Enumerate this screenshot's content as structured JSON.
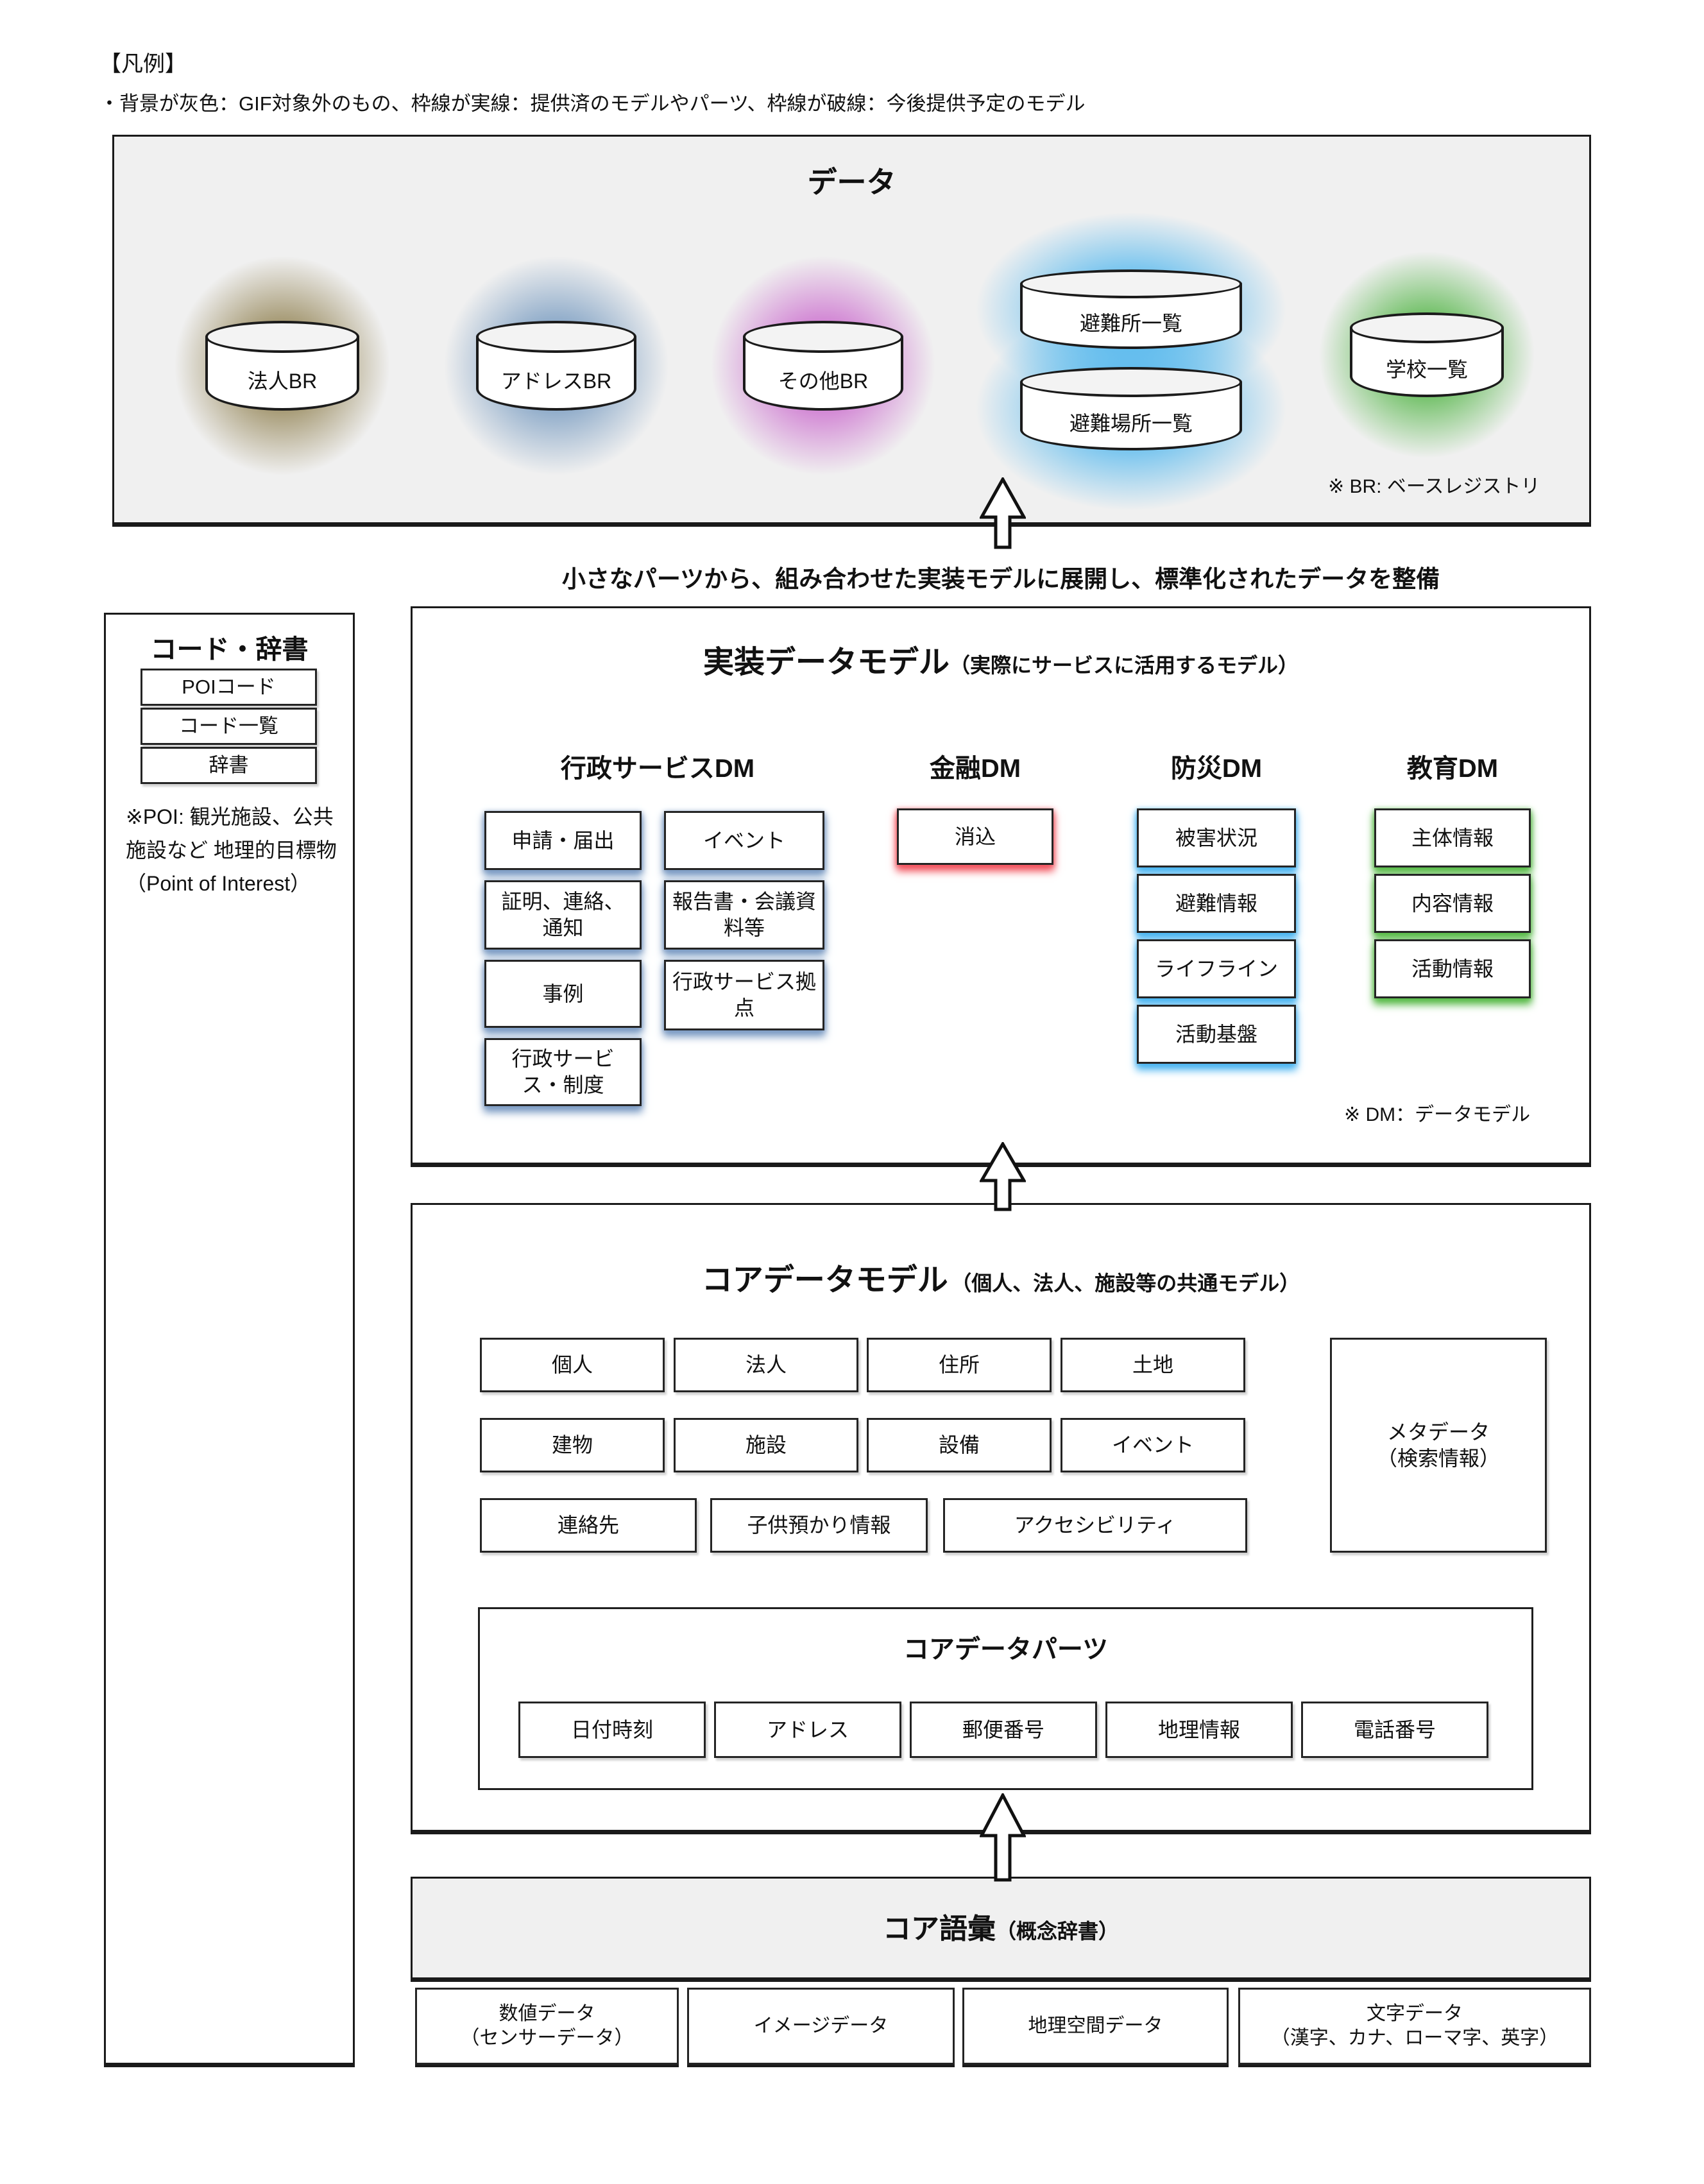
{
  "colors": {
    "gray_bg": "#f0f0f0",
    "border": "#1a1a1a",
    "houjin_glow": "#8d7d4b",
    "address_glow": "#6f95bd",
    "sonota_glow": "#c863cb",
    "hinan_glow": "#4fb6ee",
    "gakkou_glow": "#4bb23e",
    "gyosei_accent": "#7d9cc4",
    "kinyu_accent": "#f25560",
    "bosai_accent": "#4db5f0",
    "kyoiku_accent": "#5bbb4b"
  },
  "legend": {
    "title": "【凡例】",
    "desc": "・背景が灰色：GIF対象外のもの、枠線が実線：提供済のモデルやパーツ、枠線が破線：今後提供予定のモデル"
  },
  "data_section": {
    "title": "データ",
    "note": "※ BR: ベースレジストリ",
    "cylinders": [
      {
        "label": "法人BR"
      },
      {
        "label": "アドレスBR"
      },
      {
        "label": "その他BR"
      },
      {
        "label": "避難所一覧"
      },
      {
        "label": "避難場所一覧"
      },
      {
        "label": "学校一覧"
      }
    ]
  },
  "flow_text": "小さなパーツから、組み合わせた実装モデルに展開し、標準化されたデータを整備",
  "sidebar": {
    "title": "コード・辞書",
    "items": [
      "POIコード",
      "コード一覧",
      "辞書"
    ],
    "note": "※POI: 観光施設、公共施設など 地理的目標物（Point of Interest）"
  },
  "impl": {
    "title": "実装データモデル",
    "subtitle": "（実際にサービスに活用するモデル）",
    "note": "※ DM：データモデル",
    "gyosei": {
      "header": "行政サービスDM",
      "col1": [
        "申請・届出",
        "証明、連絡、通知",
        "事例",
        "行政サービス・制度"
      ],
      "col2": [
        "イベント",
        "報告書・会議資料等",
        "行政サービス拠点"
      ]
    },
    "kinyu": {
      "header": "金融DM",
      "items": [
        "消込"
      ]
    },
    "bosai": {
      "header": "防災DM",
      "items": [
        "被害状況",
        "避難情報",
        "ライフライン",
        "活動基盤"
      ]
    },
    "kyoiku": {
      "header": "教育DM",
      "items": [
        "主体情報",
        "内容情報",
        "活動情報"
      ]
    }
  },
  "core": {
    "title": "コアデータモデル",
    "subtitle": "（個人、法人、施設等の共通モデル）",
    "row1": [
      "個人",
      "法人",
      "住所",
      "土地"
    ],
    "row2": [
      "建物",
      "施設",
      "設備",
      "イベント"
    ],
    "row3": [
      "連絡先",
      "子供預かり情報",
      "アクセシビリティ"
    ],
    "meta": {
      "line1": "メタデータ",
      "line2": "（検索情報）"
    },
    "parts": {
      "title": "コアデータパーツ",
      "items": [
        "日付時刻",
        "アドレス",
        "郵便番号",
        "地理情報",
        "電話番号"
      ]
    }
  },
  "vocab": {
    "title": "コア語彙",
    "subtitle": "（概念辞書）"
  },
  "bottom_row": [
    {
      "line1": "数値データ",
      "line2": "（センサーデータ）"
    },
    {
      "line1": "イメージデータ",
      "line2": ""
    },
    {
      "line1": "地理空間データ",
      "line2": ""
    },
    {
      "line1": "文字データ",
      "line2": "（漢字、カナ、ローマ字、英字）"
    }
  ]
}
